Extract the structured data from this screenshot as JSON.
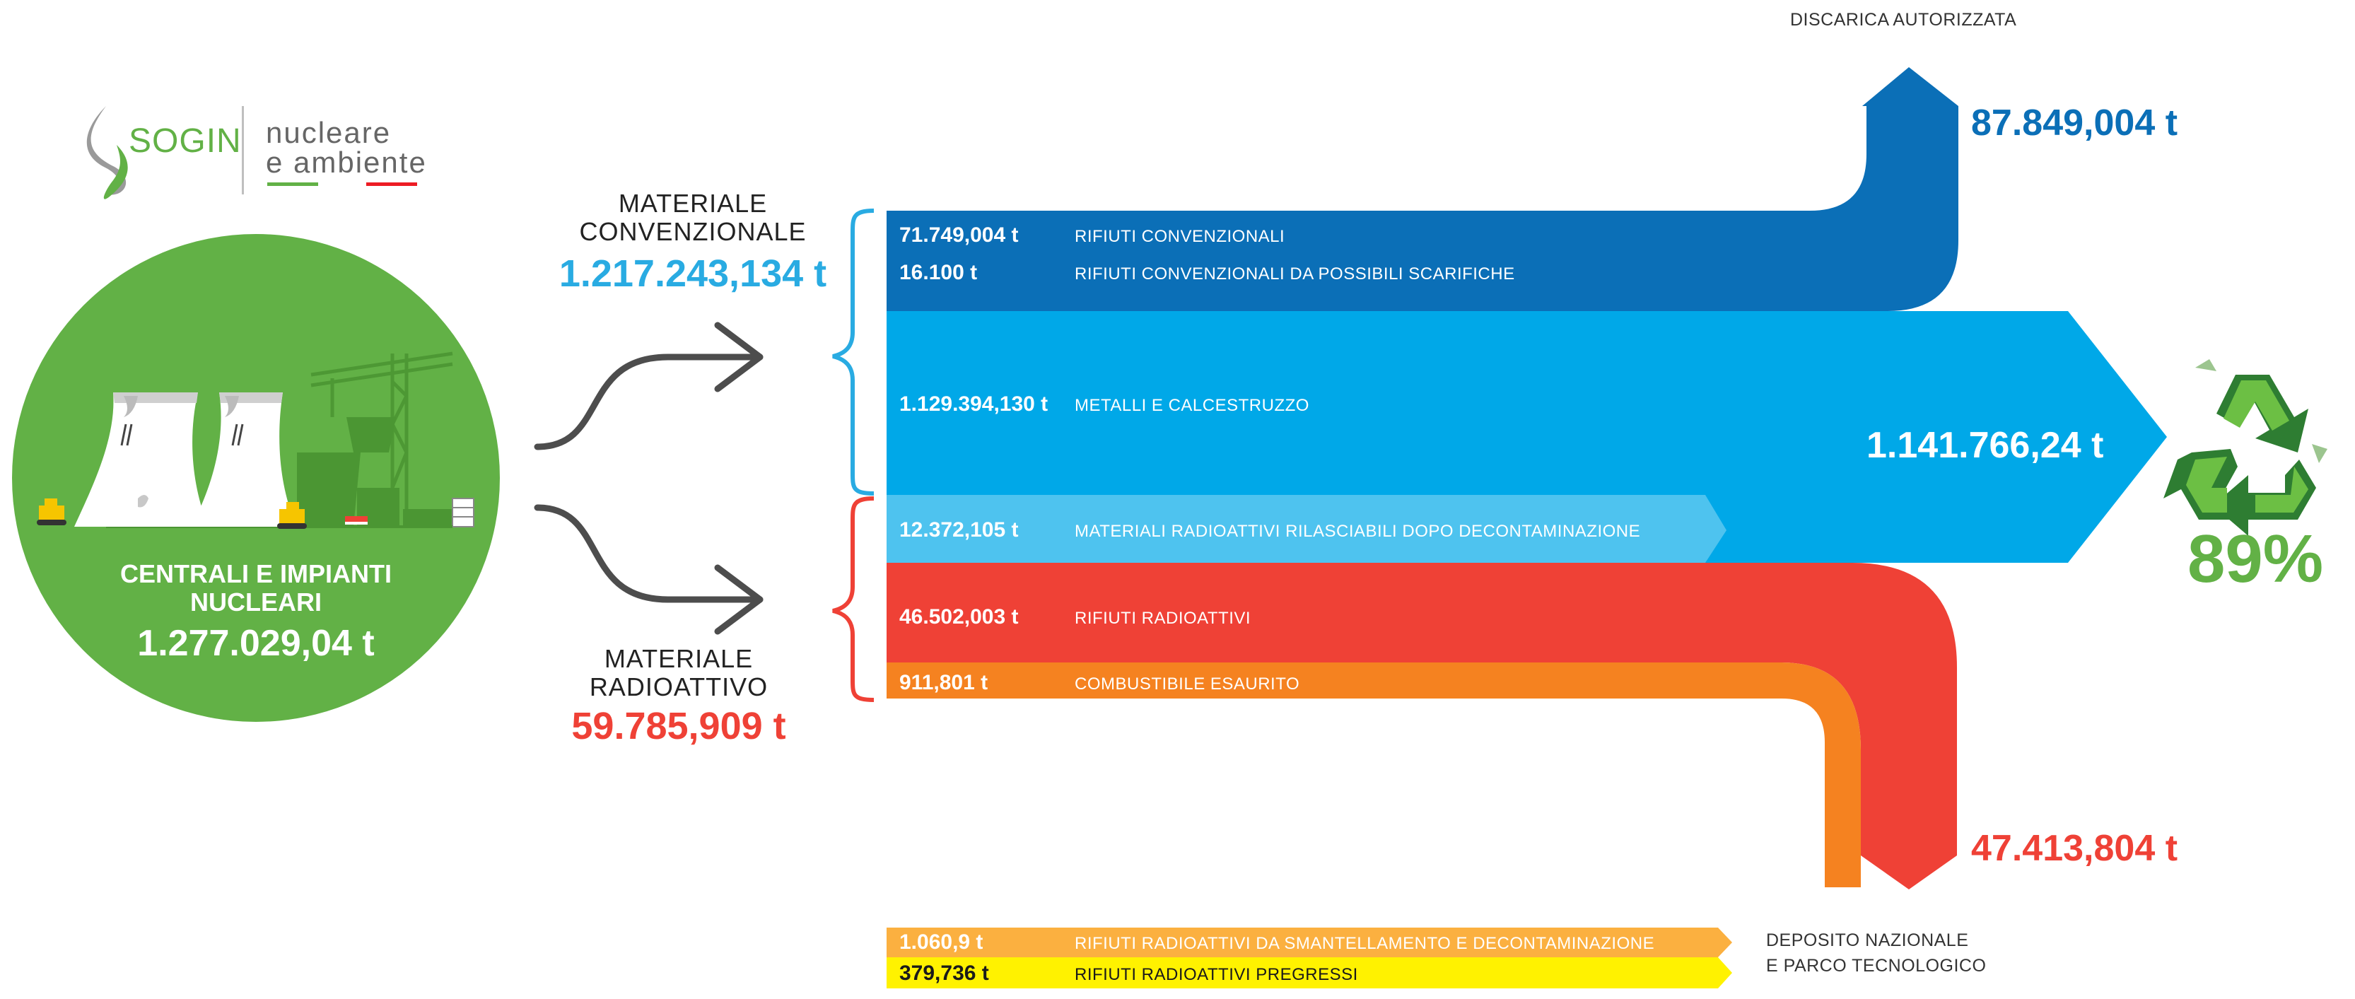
{
  "logo": {
    "brand": "SOGIN",
    "tagline_line1": "nucleare",
    "tagline_line2": "e ambiente"
  },
  "source": {
    "title_line1": "CENTRALI E IMPIANTI",
    "title_line2": "NUCLEARI",
    "total": "1.277.029,04 t"
  },
  "conventional": {
    "title_line1": "MATERIALE",
    "title_line2": "CONVENZIONALE",
    "total": "1.217.243,134 t"
  },
  "radioactive": {
    "title_line1": "MATERIALE",
    "title_line2": "RADIOATTIVO",
    "total": "59.785,909 t"
  },
  "flows": [
    {
      "value": "71.749,004 t",
      "label": "RIFIUTI CONVENZIONALI",
      "color": "#0b6fb7"
    },
    {
      "value": "16.100 t",
      "label": "RIFIUTI CONVENZIONALI DA POSSIBILI SCARIFICHE",
      "color": "#0b6fb7"
    },
    {
      "value": "1.129.394,130 t",
      "label": "METALLI E CALCESTRUZZO",
      "color": "#00a8e8"
    },
    {
      "value": "12.372,105 t",
      "label": "MATERIALI RADIOATTIVI RILASCIABILI DOPO DECONTAMINAZIONE",
      "color": "#4ec3ef"
    },
    {
      "value": "46.502,003 t",
      "label": "RIFIUTI RADIOATTIVI",
      "color": "#ef4136"
    },
    {
      "value": "911,801 t",
      "label": "COMBUSTIBILE ESAURITO",
      "color": "#f58220"
    }
  ],
  "bottom_flows": [
    {
      "value": "1.060,9 t",
      "label": "RIFIUTI RADIOATTIVI DA SMANTELLAMENTO E DECONTAMINAZIONE",
      "color": "#fbb040"
    },
    {
      "value": "379,736 t",
      "label": "RIFIUTI RADIOATTIVI PREGRESSI",
      "color": "#fff200"
    }
  ],
  "destinations": {
    "landfill_label": "DISCARICA AUTORIZZATA",
    "landfill_value": "87.849,004 t",
    "recycle_value": "1.141.766,24 t",
    "recycle_percent": "89%",
    "repository_value": "47.413,804 t",
    "repository_label_line1": "DEPOSITO NAZIONALE",
    "repository_label_line2": "E PARCO TECNOLOGICO"
  },
  "colors": {
    "green": "#62b146",
    "blue_dark": "#0b6fb7",
    "blue": "#00a8e8",
    "blue_light": "#4ec3ef",
    "red": "#ef4136",
    "orange": "#f58220",
    "gold": "#fbb040",
    "yellow": "#fff200"
  }
}
